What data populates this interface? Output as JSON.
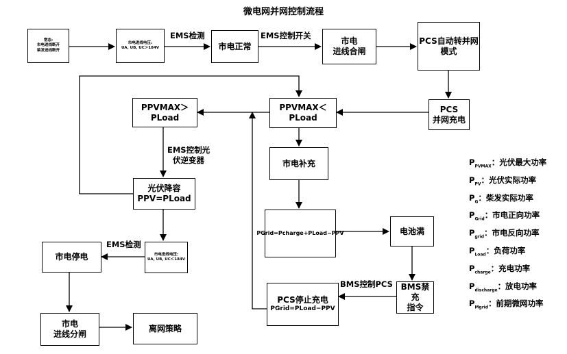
{
  "title": "微电网并网控制流程",
  "nodes": {
    "normal": [
      "常态:",
      "市电进线断开",
      "柴发进线断开"
    ],
    "detect_high": [
      "市电进线电压:",
      "UA, UB, UC＞184V"
    ],
    "grid_normal": "市电正常",
    "grid_close": [
      "市电",
      "进线合闸"
    ],
    "pcs_auto": [
      "PCS自动转并网",
      "模式"
    ],
    "pcs_charge": [
      "PCS",
      "并网充电"
    ],
    "cmp_gt": "PPVMAX＞PLoad",
    "cmp_lt": "PPVMAX＜PLoad",
    "pv_reduce": [
      "光伏降容",
      "PPV=PLoad"
    ],
    "grid_supply": "市电补充",
    "grid_formula": "PGrid=Pcharge+PLoad−PPV",
    "battery_full": "电池满",
    "bms_stop": [
      "BMS禁充",
      "指令"
    ],
    "pcs_stop": [
      "PCS停止充电",
      "PGrid=PLoad−PPV"
    ],
    "detect_low": [
      "市电进线电压:",
      "UA, UB, UC＜184V"
    ],
    "grid_outage": "市电停电",
    "grid_open": [
      "市电",
      "进线分闸"
    ],
    "offgrid": "离网策略"
  },
  "labels": {
    "ems_detect_1": "EMS检测",
    "ems_switch": "EMS控制开关",
    "ems_pv_inverter": [
      "EMS控制光",
      "伏逆变器"
    ],
    "ems_detect_2": "EMS检测",
    "bms_pcs": "BMS控制PCS"
  },
  "legend": [
    {
      "sym": "P",
      "sub": "PVMAX",
      "desc": "：光伏最大功率"
    },
    {
      "sym": "P",
      "sub": "PV",
      "desc": "：光伏实际功率"
    },
    {
      "sym": "P",
      "sub": "G",
      "desc": "：柴发实际功率"
    },
    {
      "sym": "P",
      "sub": "Grid",
      "desc": "：市电正向功率"
    },
    {
      "sym": "P",
      "sub": "grid",
      "desc": "：市电反向功率"
    },
    {
      "sym": "P",
      "sub": "Load",
      "desc": "：负荷功率"
    },
    {
      "sym": "P",
      "sub": "charge",
      "desc": "：充电功率"
    },
    {
      "sym": "P",
      "sub": "discharge",
      "desc": "：放电功率"
    },
    {
      "sym": "P",
      "sub": "Mgrid",
      "desc": "：前期微网功率"
    }
  ]
}
